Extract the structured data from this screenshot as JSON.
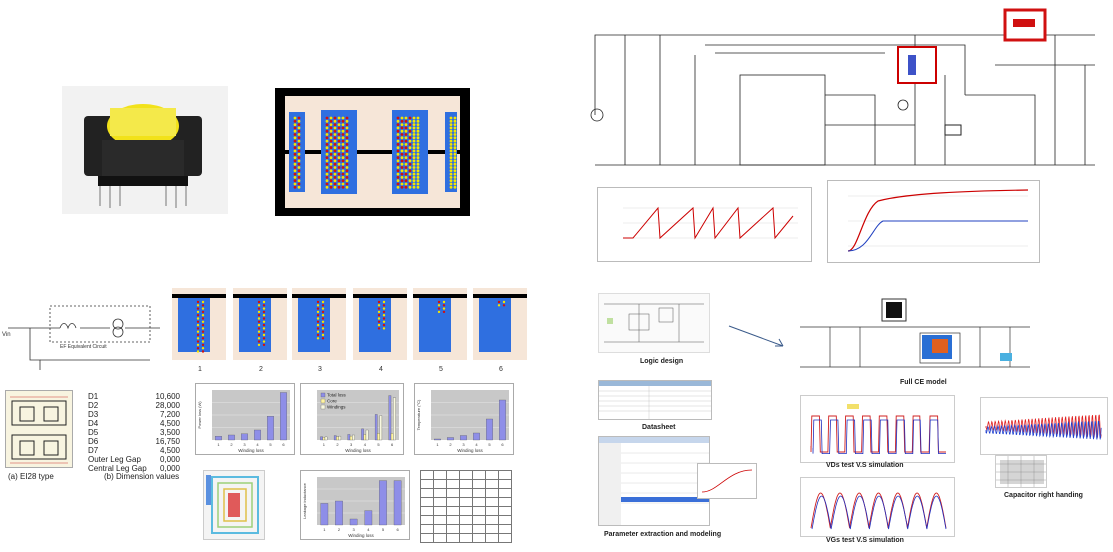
{
  "left_top": {
    "core_labels": []
  },
  "circuit_left": {
    "label_subcircuit": "EF Equivalent Circuit",
    "label_vin": "Vin"
  },
  "dimensions": {
    "caption_a": "(a) EI28 type",
    "caption_b": "(b) Dimension values",
    "rows": [
      {
        "name": "D1",
        "value": "10,600"
      },
      {
        "name": "D2",
        "value": "28,000"
      },
      {
        "name": "D3",
        "value": "7,200"
      },
      {
        "name": "D4",
        "value": "4,500"
      },
      {
        "name": "D5",
        "value": "3,500"
      },
      {
        "name": "D6",
        "value": "16,750"
      },
      {
        "name": "D7",
        "value": "4,500"
      },
      {
        "name": "Outer Leg Gap",
        "value": "0,000"
      },
      {
        "name": "Central Leg Gap",
        "value": "0,000"
      }
    ]
  },
  "winding_numbers": [
    "1",
    "2",
    "3",
    "4",
    "5",
    "6"
  ],
  "chart_data": [
    {
      "type": "bar",
      "categories": [
        "1",
        "2",
        "3",
        "4",
        "5",
        "6"
      ],
      "series": [
        {
          "values": [
            0.3,
            0.4,
            0.5,
            0.8,
            1.9,
            3.8
          ]
        }
      ],
      "xlabel": "Winding loss",
      "ylabel": "Power loss (W)",
      "ylim": [
        0,
        4
      ]
    },
    {
      "type": "bar",
      "categories": [
        "1",
        "2",
        "3",
        "4",
        "5",
        "6"
      ],
      "series": [
        {
          "name": "Total loss",
          "values": [
            0.3,
            0.4,
            0.5,
            1.0,
            2.3,
            4.0
          ]
        },
        {
          "name": "Core",
          "values": [
            0.25,
            0.3,
            0.35,
            0.5,
            0.6,
            0.6
          ]
        },
        {
          "name": "Windings",
          "values": [
            0.28,
            0.35,
            0.45,
            0.9,
            2.2,
            3.8
          ]
        }
      ],
      "xlabel": "Winding loss",
      "ylim": [
        0,
        4.5
      ]
    },
    {
      "type": "bar",
      "categories": [
        "1",
        "2",
        "3",
        "4",
        "5",
        "6"
      ],
      "series": [
        {
          "values": [
            0.2,
            0.5,
            0.9,
            1.4,
            4.2,
            8.0
          ]
        }
      ],
      "xlabel": "Winding loss",
      "ylabel": "Temperature (°C)",
      "ylim": [
        0,
        10
      ]
    },
    {
      "type": "bar",
      "categories": [
        "1",
        "2",
        "3",
        "4",
        "5",
        "6"
      ],
      "series": [
        {
          "values": [
            1.8,
            2.0,
            0.5,
            1.2,
            3.7,
            3.7
          ]
        }
      ],
      "xlabel": "Winding loss",
      "ylabel": "Leakage inductance",
      "ylim": [
        0,
        4
      ]
    }
  ],
  "right_bottom": {
    "logic_design": "Logic design",
    "datasheet": "Datasheet",
    "full_ce_model": "Full CE model",
    "param_extraction": "Parameter extraction and modeling",
    "vds_sim": "VDs test V.S simulation",
    "vgs_sim": "VGs test V.S simulation",
    "capacitor": "Capacitor right handing"
  },
  "colors": {
    "core_blue": "#2f6fe0",
    "core_red": "#d01010",
    "core_yellow": "#f4e600",
    "hatch_bg": "#f6e6d8",
    "bar": "#8e8ee8"
  }
}
